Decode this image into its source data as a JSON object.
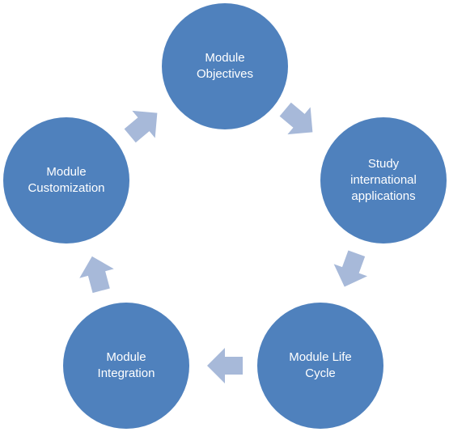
{
  "diagram": {
    "nodes": [
      {
        "label": "Module\nObjectives"
      },
      {
        "label": "Study\ninternational\napplications"
      },
      {
        "label": "Module Life\nCycle"
      },
      {
        "label": "Module\nIntegration"
      },
      {
        "label": "Module\nCustomization"
      }
    ],
    "colors": {
      "node_fill": "#4f81bd",
      "arrow_fill": "#a7b9d9",
      "label_text": "#ffffff"
    }
  }
}
